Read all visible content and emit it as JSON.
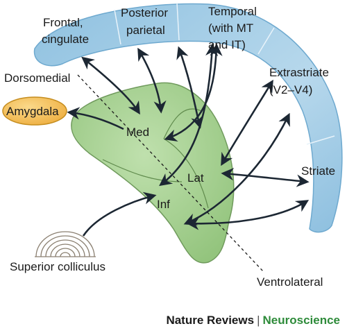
{
  "cortex_regions": [
    {
      "id": "frontal",
      "lines": [
        "Frontal,",
        "cingulate"
      ]
    },
    {
      "id": "parietal",
      "lines": [
        "Posterior",
        "parietal"
      ]
    },
    {
      "id": "temporal",
      "lines": [
        "Temporal",
        "(with MT",
        "and IT)"
      ]
    },
    {
      "id": "extrastriate",
      "lines": [
        "Extrastriate",
        "(V2–V4)"
      ]
    },
    {
      "id": "striate",
      "lines": [
        "Striate"
      ]
    }
  ],
  "pulvinar": {
    "med": "Med",
    "lat": "Lat",
    "inf": "Inf"
  },
  "axis": {
    "dorsomedial": "Dorsomedial",
    "ventrolateral": "Ventrolateral"
  },
  "amygdala": "Amygdala",
  "superior_colliculus": "Superior colliculus",
  "credit": {
    "journal": "Nature Reviews",
    "separator": "|",
    "field": "Neuroscience"
  },
  "colors": {
    "cortex_fill": "#a9cfe6",
    "cortex_edge": "#6ea9cf",
    "pulvinar_fill": "#a7d193",
    "pulvinar_edge": "#6f9a5c",
    "amygdala_fill": "#f2bf5a",
    "amygdala_edge": "#c58d1f",
    "arrow": "#1c2733",
    "credit_accent": "#2e8b3a"
  }
}
